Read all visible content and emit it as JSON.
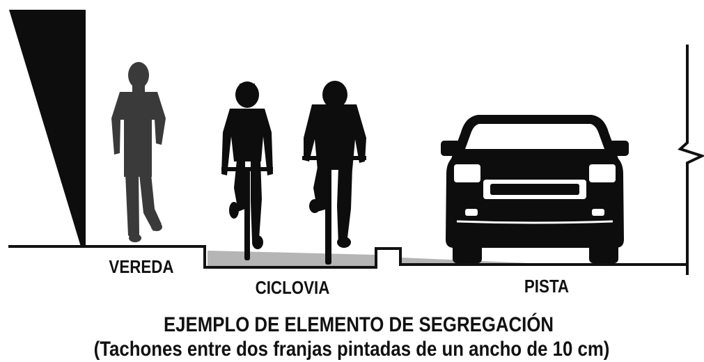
{
  "zones": {
    "vereda": "VEREDA",
    "ciclovia": "CICLOVIA",
    "pista": "PISTA"
  },
  "caption": {
    "title": "EJEMPLO DE ELEMENTO DE SEGREGACIÓN",
    "subtitle": "(Tachones entre dos franjas pintadas de un ancho de 10 cm)"
  },
  "colors": {
    "silhouette_dark": "#0d0d0d",
    "pedestrian": "#3a3a3a",
    "paint_strip": "#b5b5b5",
    "line": "#111111"
  },
  "icons": [
    "building-wall-icon",
    "pedestrian-icon",
    "cyclist-icon",
    "car-front-icon",
    "break-line-icon",
    "separator-bollard-icon"
  ]
}
